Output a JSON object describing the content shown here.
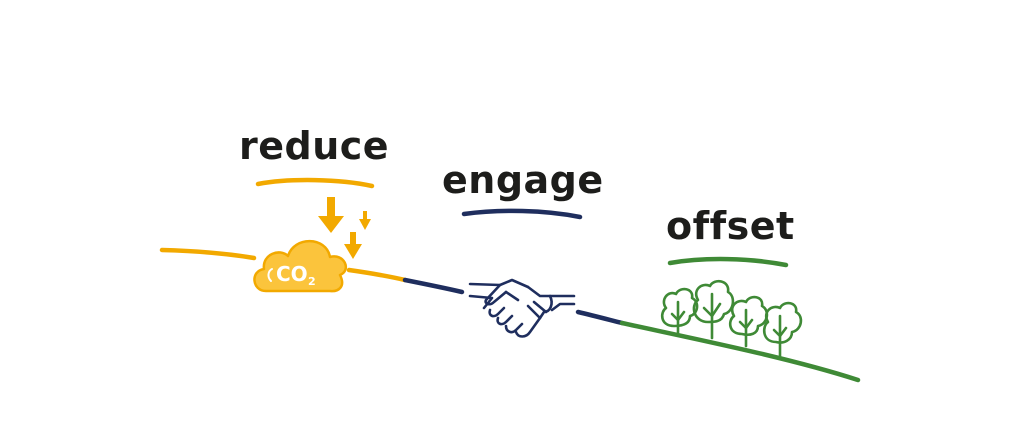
{
  "steps": [
    {
      "label": "reduce"
    },
    {
      "label": "engage"
    },
    {
      "label": "offset"
    }
  ],
  "cloud": {
    "text": "CO",
    "subscript": "2"
  },
  "colors": {
    "text": "#1d1d1b",
    "reduce": "#f2a900",
    "cloud_fill": "#fbc43c",
    "engage": "#1f2e5e",
    "offset": "#3f8a36"
  },
  "icons": [
    "co2-cloud-icon",
    "down-arrow-icon",
    "handshake-icon",
    "tree-icon"
  ]
}
